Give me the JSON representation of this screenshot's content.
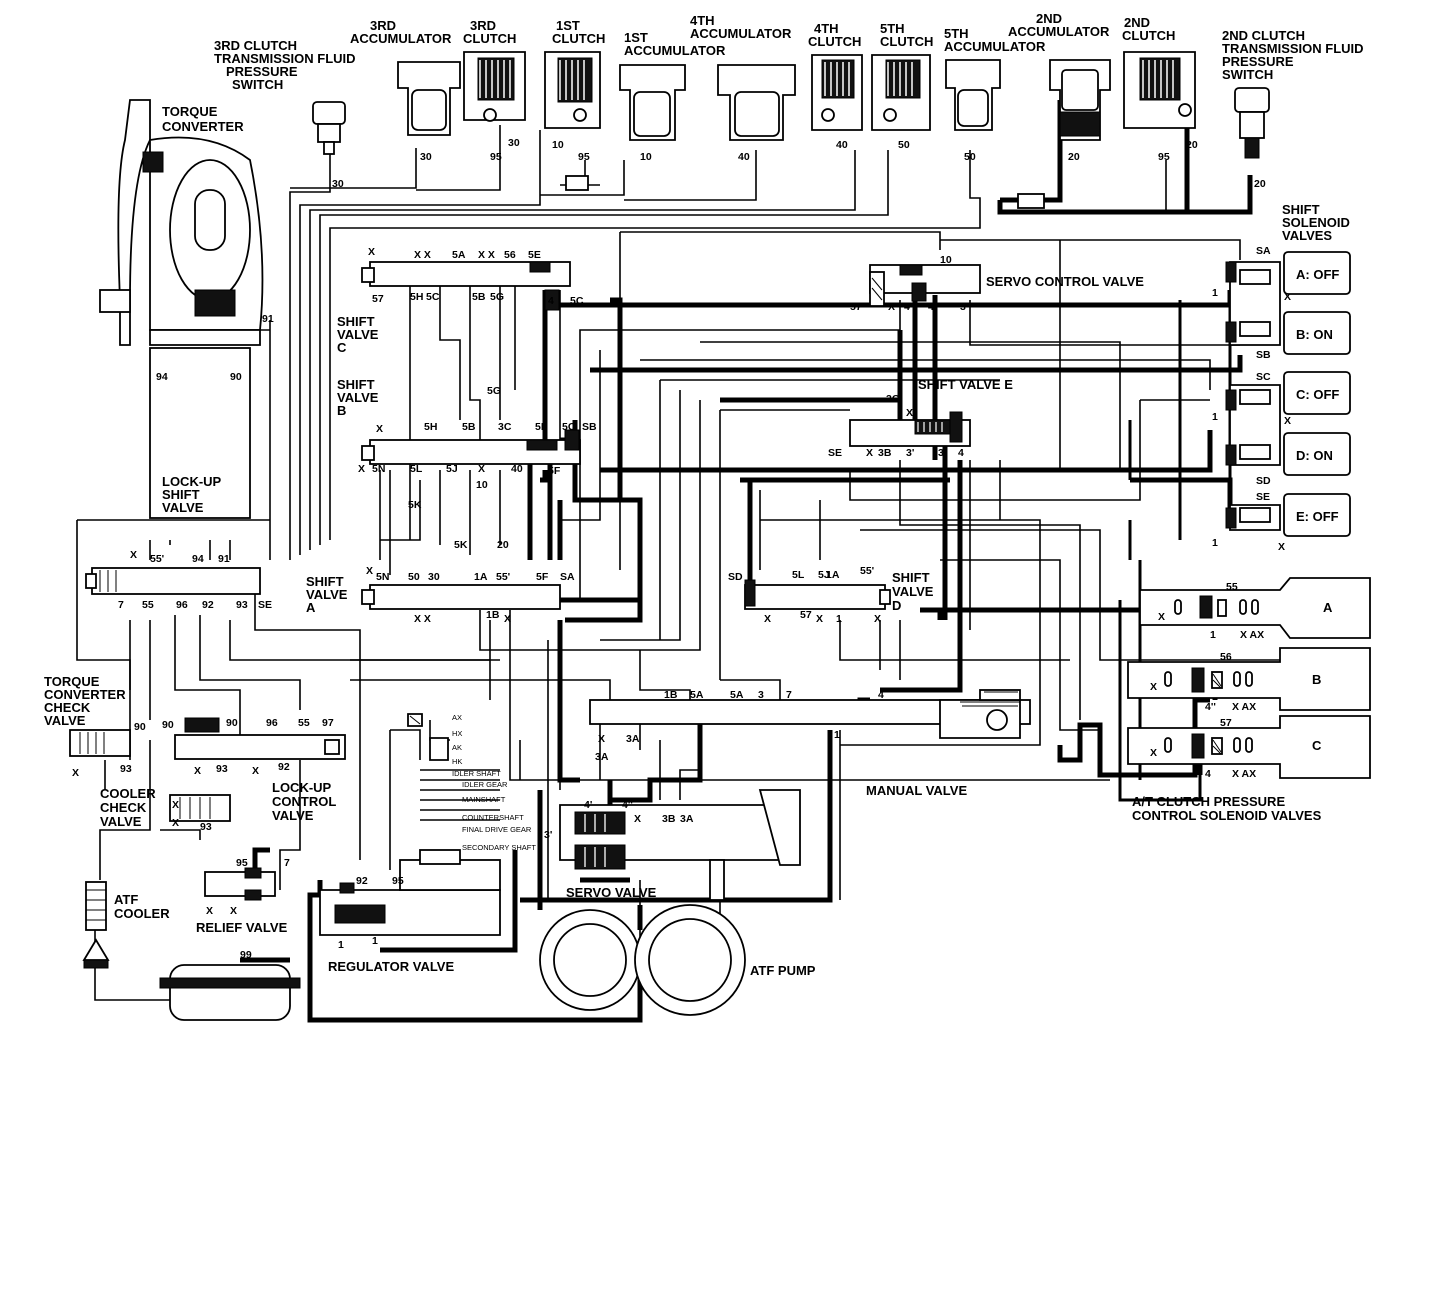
{
  "labels": {
    "clutch3_switch": [
      "3RD CLUTCH",
      "TRANSMISSION FLUID",
      "PRESSURE",
      "SWITCH"
    ],
    "accum3": [
      "3RD",
      "ACCUMULATOR"
    ],
    "clutch3": [
      "3RD",
      "CLUTCH"
    ],
    "clutch1": [
      "1ST",
      "CLUTCH"
    ],
    "accum1": [
      "1ST",
      "ACCUMULATOR"
    ],
    "accum4": [
      "4TH",
      "ACCUMULATOR"
    ],
    "clutch4": [
      "4TH",
      "CLUTCH"
    ],
    "clutch5": [
      "5TH",
      "CLUTCH"
    ],
    "accum5": [
      "5TH",
      "ACCUMULATOR"
    ],
    "accum2": [
      "2ND",
      "ACCUMULATOR"
    ],
    "clutch2": [
      "2ND",
      "CLUTCH"
    ],
    "clutch2_switch": [
      "2ND CLUTCH",
      "TRANSMISSION FLUID",
      "PRESSURE",
      "SWITCH"
    ],
    "torque_converter": [
      "TORQUE",
      "CONVERTER"
    ],
    "shift_solenoids": [
      "SHIFT",
      "SOLENOID",
      "VALVES"
    ],
    "servo_control": "SERVO CONTROL VALVE",
    "shift_valve_c": [
      "SHIFT",
      "VALVE",
      "C"
    ],
    "shift_valve_b": [
      "SHIFT",
      "VALVE",
      "B"
    ],
    "shift_valve_e": "SHIFT VALVE E",
    "lockup_shift": [
      "LOCK-UP",
      "SHIFT",
      "VALVE"
    ],
    "shift_valve_a": [
      "SHIFT",
      "VALVE",
      "A"
    ],
    "shift_valve_d": [
      "SHIFT",
      "VALVE",
      "D"
    ],
    "tc_check": [
      "TORQUE",
      "CONVERTER",
      "CHECK",
      "VALVE"
    ],
    "cooler_check": [
      "COOLER",
      "CHECK",
      "VALVE"
    ],
    "lockup_control": [
      "LOCK-UP",
      "CONTROL",
      "VALVE"
    ],
    "manual_valve": "MANUAL VALVE",
    "servo_valve": "SERVO VALVE",
    "atf_cooler": [
      "ATF",
      "COOLER"
    ],
    "relief_valve": "RELIEF VALVE",
    "regulator_valve": "REGULATOR VALVE",
    "atf_pump": "ATF PUMP",
    "at_clutch_solenoids": [
      "A/T CLUTCH PRESSURE",
      "CONTROL SOLENOID VALVES"
    ]
  },
  "solenoids": [
    {
      "tag": "SA",
      "state": "A: OFF"
    },
    {
      "tag": "SB",
      "state": "B: ON"
    },
    {
      "tag": "SC",
      "state": "C: OFF"
    },
    {
      "tag": "SD",
      "state": "D: ON"
    },
    {
      "tag": "SE",
      "state": "E: OFF"
    }
  ],
  "clutch_solenoids": [
    {
      "port": "55",
      "name": "A",
      "marks": "X AX",
      "line": "1"
    },
    {
      "port": "56",
      "name": "B",
      "marks": "X AX",
      "line": "4''"
    },
    {
      "port": "57",
      "name": "C",
      "marks": "X AX",
      "line": "4"
    }
  ],
  "regulator_legend": [
    "AX",
    "HX",
    "AK",
    "HK",
    "IDLER SHAFT",
    "IDLER GEAR",
    "MAINSHAFT",
    "COUNTERSHAFT",
    "FINAL DRIVE GEAR",
    "SECONDARY SHAFT"
  ],
  "ports": {
    "p30a": "30",
    "p95a": "95",
    "p30b": "30",
    "p10a": "10",
    "p95b": "95",
    "p10b": "10",
    "p40a": "40",
    "p40b": "40",
    "p50a": "50",
    "p50b": "50",
    "p20a": "20",
    "p95c": "95",
    "p20b": "20",
    "p20c": "20",
    "p30sw": "30",
    "p91": "91",
    "p94": "94",
    "p90": "90",
    "c_x1": "X",
    "c_xx": "X X",
    "c_5a": "5A",
    "c_xx2": "X X",
    "c_56": "56",
    "c_5e": "5E",
    "c_57": "57",
    "c_5h": "5H",
    "c_5c": "5C",
    "c_5b": "5B",
    "c_5g": "5G",
    "c_4": "4",
    "c_5c2": "5C",
    "b_5g": "5G",
    "b_x": "X",
    "b_5h": "5H",
    "b_5b": "5B",
    "b_3c": "3C",
    "b_5e": "5E",
    "b_5c": "5C",
    "b_sb": "SB",
    "b_x2": "X",
    "b_5n": "5N",
    "b_5l": "5L",
    "b_5j": "5J",
    "b_x3": "X",
    "b_10": "10",
    "b_40": "40",
    "b_5f": "5F",
    "b_5k": "5K",
    "s_10": "10",
    "s_57": "57",
    "s_x": "X",
    "s_4p": "4'",
    "s_4": "4",
    "s_3": "3",
    "e_3c": "3C",
    "e_x": "X",
    "e_se": "SE",
    "e_x2": "X",
    "e_3b": "3B",
    "e_3p": "3'",
    "e_3": "3",
    "e_4": "4",
    "a_5k": "5K",
    "a_20": "20",
    "a_x": "X",
    "a_5n": "5N",
    "a_50": "50",
    "a_30": "30",
    "a_1a": "1A",
    "a_55p": "55'",
    "a_5f": "5F",
    "a_sa": "SA",
    "a_xx": "X X",
    "a_1b": "1B",
    "a_x2": "X",
    "l_x": "X",
    "l_55p": "55'",
    "l_94": "94",
    "l_91": "91",
    "l_7": "7",
    "l_55": "55",
    "l_96": "96",
    "l_92": "92",
    "l_93": "93",
    "l_se": "SE",
    "d_sd": "SD",
    "d_5l": "5L",
    "d_5j": "5J",
    "d_1a": "1A",
    "d_55p": "55'",
    "d_x": "X",
    "d_57": "57",
    "d_x2": "X",
    "d_1": "1",
    "d_x3": "X",
    "m_1b": "1B",
    "m_5a": "5A",
    "m_5a2": "5A",
    "m_3": "3",
    "m_7": "7",
    "m_4": "4",
    "m_1": "1",
    "m_x": "X",
    "m_3a": "3A",
    "m_3a2": "3A",
    "lc_90": "90",
    "lc_90b": "90",
    "lc_96": "96",
    "lc_55": "55",
    "lc_97": "97",
    "lc_x": "X",
    "lc_93": "93",
    "lc_x2": "X",
    "lc_92": "92",
    "tc_90": "90",
    "tc_93": "93",
    "tc_x": "X",
    "cc_x": "X",
    "cc_x2": "X",
    "cc_93": "93",
    "sv_4p": "4'",
    "sv_4pp": "4''",
    "sv_x": "X",
    "sv_3b": "3B",
    "sv_3a": "3A",
    "sv_3p": "3'",
    "rv_95": "95",
    "rv_7": "7",
    "rv_x": "X",
    "rv_x2": "X",
    "rg_92": "92",
    "rg_95": "95",
    "rg_1": "1",
    "rg_1b": "1",
    "p99": "99"
  }
}
